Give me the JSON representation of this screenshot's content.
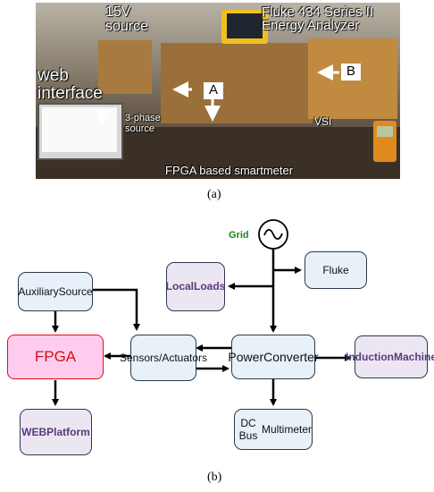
{
  "photo": {
    "source_15v": [
      "15V",
      "source"
    ],
    "fluke": [
      "Fluke 434 Series II",
      "Energy Analyzer"
    ],
    "web_interface": [
      "web",
      "interface"
    ],
    "three_phase": [
      "3-phase",
      "source"
    ],
    "vsi": "VSI",
    "fpga_smartmeter": "FPGA based smartmeter",
    "callout_a": "A",
    "callout_b": "B"
  },
  "captions": {
    "a": "(a)",
    "b": "(b)"
  },
  "diagram": {
    "grid_label": "Grid",
    "nodes": {
      "auxiliary_source": [
        "Auxiliary",
        "Source"
      ],
      "fpga": "FPGA",
      "web_platform": [
        "WEB",
        "Platform"
      ],
      "sensors_actuators": [
        "Sensors/",
        "Actuators"
      ],
      "local_loads": [
        "Local",
        "Loads"
      ],
      "fluke": "Fluke",
      "power_converter": [
        "Power",
        "Converter"
      ],
      "induction_machine": [
        "Induction",
        "Machine"
      ],
      "dc_bus_multimeter": [
        "DC Bus",
        "Multimeter"
      ]
    },
    "colors": {
      "node_fill": "#e8f0f8",
      "purple_fill": "#ece6f2",
      "purple_text": "#5b3a7c",
      "fpga_fill": "#ffccf0",
      "fpga_border": "#e01010",
      "grid_text": "#1a8a1a"
    }
  }
}
